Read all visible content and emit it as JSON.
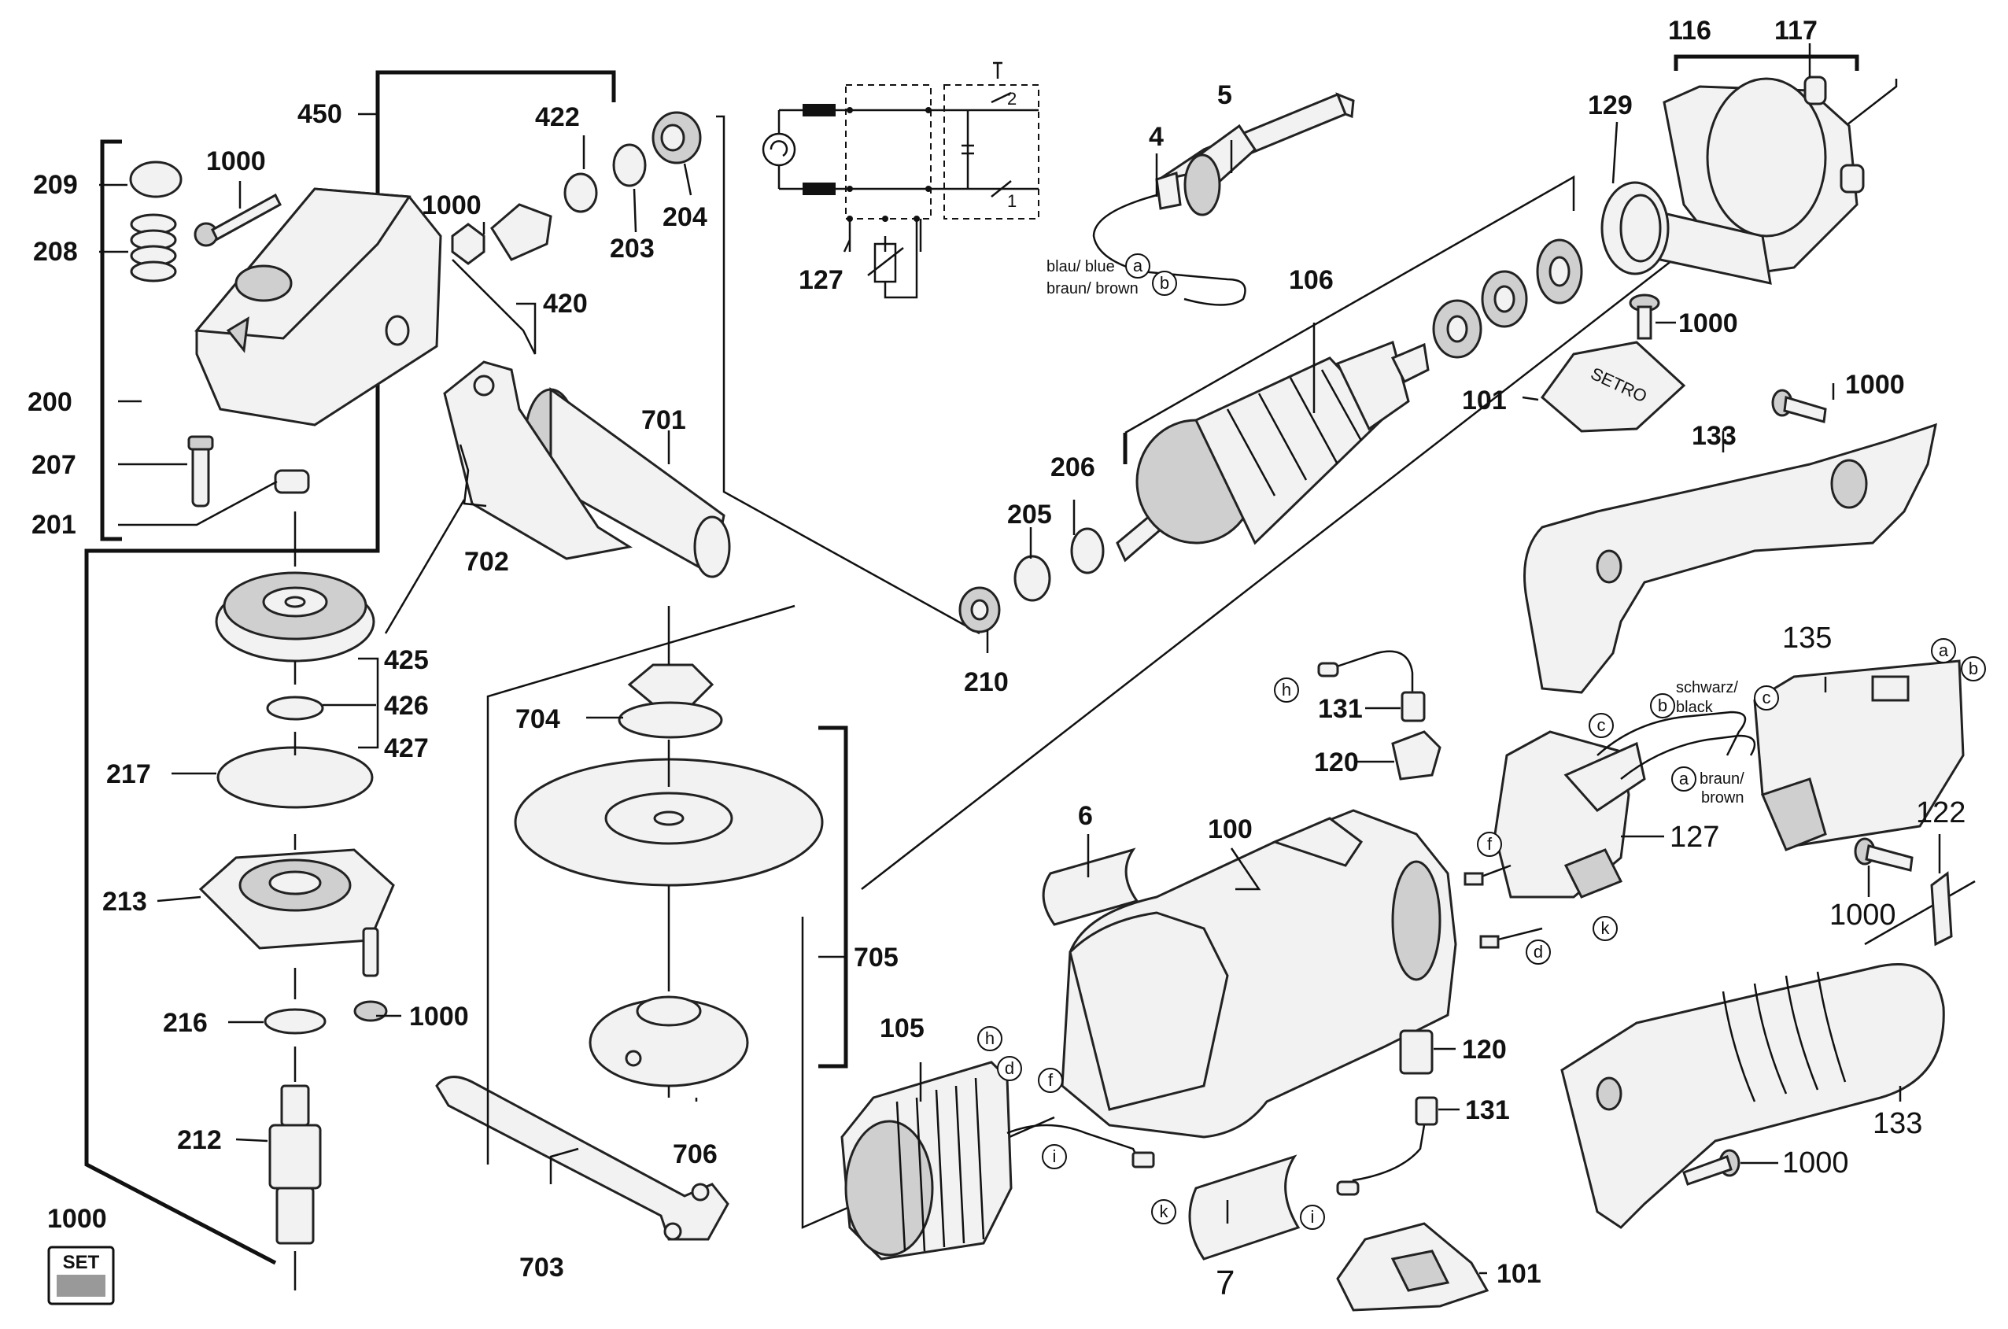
{
  "parts": [
    {
      "id": "p450",
      "label": "450"
    },
    {
      "id": "p422",
      "label": "422"
    },
    {
      "id": "p209",
      "label": "209"
    },
    {
      "id": "p1000a",
      "label": "1000"
    },
    {
      "id": "p1000b",
      "label": "1000"
    },
    {
      "id": "p204",
      "label": "204"
    },
    {
      "id": "p208",
      "label": "208"
    },
    {
      "id": "p203",
      "label": "203"
    },
    {
      "id": "p420",
      "label": "420"
    },
    {
      "id": "p200",
      "label": "200"
    },
    {
      "id": "p207",
      "label": "207"
    },
    {
      "id": "p201",
      "label": "201"
    },
    {
      "id": "p701",
      "label": "701"
    },
    {
      "id": "p702",
      "label": "702"
    },
    {
      "id": "p425",
      "label": "425"
    },
    {
      "id": "p426",
      "label": "426"
    },
    {
      "id": "p427",
      "label": "427"
    },
    {
      "id": "p217",
      "label": "217"
    },
    {
      "id": "p213",
      "label": "213"
    },
    {
      "id": "p1000c",
      "label": "1000"
    },
    {
      "id": "p216",
      "label": "216"
    },
    {
      "id": "p212",
      "label": "212"
    },
    {
      "id": "p1000set",
      "label": "1000"
    },
    {
      "id": "p704",
      "label": "704"
    },
    {
      "id": "p705",
      "label": "705"
    },
    {
      "id": "p706",
      "label": "706"
    },
    {
      "id": "p703",
      "label": "703"
    },
    {
      "id": "p105",
      "label": "105"
    },
    {
      "id": "p127a",
      "label": "127"
    },
    {
      "id": "p5",
      "label": "5"
    },
    {
      "id": "p4",
      "label": "4"
    },
    {
      "id": "p106",
      "label": "106"
    },
    {
      "id": "p206",
      "label": "206"
    },
    {
      "id": "p205",
      "label": "205"
    },
    {
      "id": "p210",
      "label": "210"
    },
    {
      "id": "p116",
      "label": "116"
    },
    {
      "id": "p117",
      "label": "117"
    },
    {
      "id": "p129",
      "label": "129"
    },
    {
      "id": "p1000d",
      "label": "1000"
    },
    {
      "id": "p101a",
      "label": "101"
    },
    {
      "id": "p1000e",
      "label": "1000"
    },
    {
      "id": "p133a",
      "label": "133"
    },
    {
      "id": "p135",
      "label": "135"
    },
    {
      "id": "p131a",
      "label": "131"
    },
    {
      "id": "p120a",
      "label": "120"
    },
    {
      "id": "p6",
      "label": "6"
    },
    {
      "id": "p100",
      "label": "100"
    },
    {
      "id": "p127b",
      "label": "127"
    },
    {
      "id": "p122",
      "label": "122"
    },
    {
      "id": "p1000f",
      "label": "1000"
    },
    {
      "id": "p120b",
      "label": "120"
    },
    {
      "id": "p131b",
      "label": "131"
    },
    {
      "id": "p133b",
      "label": "133"
    },
    {
      "id": "p1000g",
      "label": "1000"
    },
    {
      "id": "p7",
      "label": "7"
    },
    {
      "id": "p101b",
      "label": "101"
    }
  ],
  "wire_notes": {
    "blue": "blau/ blue",
    "brown": "braun/ brown",
    "black_de": "schwarz/",
    "black_en": "black",
    "brown2_de": "braun/",
    "brown2_en": "brown"
  },
  "connectors": [
    "a",
    "b",
    "a",
    "b",
    "c",
    "c",
    "b",
    "a",
    "h",
    "f",
    "k",
    "d",
    "h",
    "d",
    "f",
    "i",
    "k",
    "i"
  ],
  "set_badge": "SET",
  "switch_contacts": [
    "2",
    "1"
  ],
  "cover_text": "SETRO"
}
